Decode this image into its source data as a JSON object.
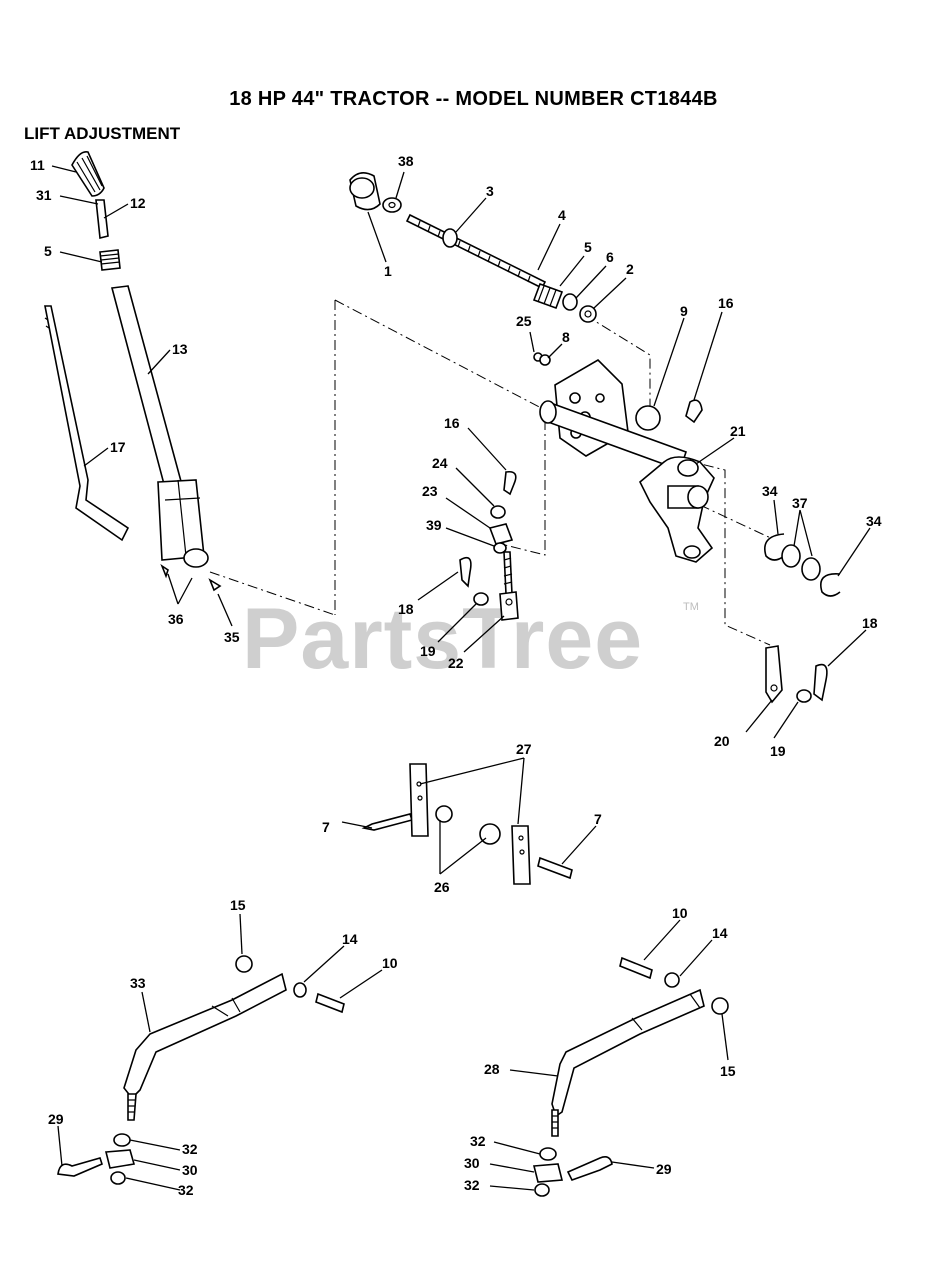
{
  "header": {
    "title": "18 HP 44\" TRACTOR -- MODEL NUMBER CT1844B",
    "subtitle": "LIFT ADJUSTMENT"
  },
  "watermark": {
    "text": "PartsTree",
    "trademark": "TM"
  },
  "callouts": {
    "c1": "1",
    "c2": "2",
    "c3": "3",
    "c4": "4",
    "c5a": "5",
    "c5b": "5",
    "c6": "6",
    "c7a": "7",
    "c7b": "7",
    "c8": "8",
    "c9": "9",
    "c10a": "10",
    "c10b": "10",
    "c11": "11",
    "c12": "12",
    "c13": "13",
    "c14a": "14",
    "c14b": "14",
    "c15a": "15",
    "c15b": "15",
    "c16a": "16",
    "c16b": "16",
    "c17": "17",
    "c18a": "18",
    "c18b": "18",
    "c19a": "19",
    "c19b": "19",
    "c20": "20",
    "c21": "21",
    "c22": "22",
    "c23": "23",
    "c24": "24",
    "c25": "25",
    "c26": "26",
    "c27": "27",
    "c28": "28",
    "c29a": "29",
    "c29b": "29",
    "c30a": "30",
    "c30b": "30",
    "c31": "31",
    "c32a": "32",
    "c32b": "32",
    "c32c": "32",
    "c32d": "32",
    "c33": "33",
    "c34a": "34",
    "c34b": "34",
    "c35": "35",
    "c36": "36",
    "c37": "37",
    "c38": "38",
    "c39": "39"
  }
}
